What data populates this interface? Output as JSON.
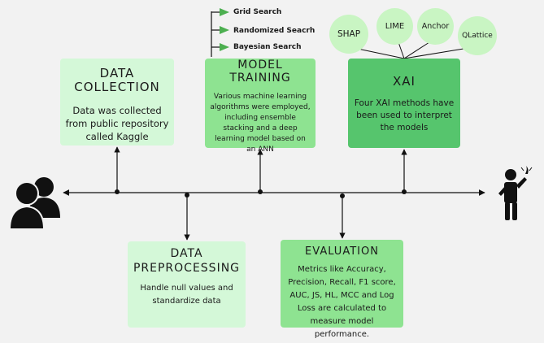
{
  "search_methods": [
    "Grid Search",
    "Randomized Seacrh",
    "Bayesian Search"
  ],
  "xai_methods": [
    "SHAP",
    "LIME",
    "Anchor",
    "QLattice"
  ],
  "boxes": {
    "data_collection": {
      "title": "DATA COLLECTION",
      "text": "Data was collected from public repository called Kaggle"
    },
    "model_training": {
      "title": "MODEL TRAINING",
      "text": "Various machine learning algorithms were employed, including ensemble stacking and a deep learning model based on an ANN"
    },
    "xai": {
      "title": "XAI",
      "text": "Four XAI methods have been used to interpret the models"
    },
    "data_preprocessing": {
      "title": "DATA PREPROCESSING",
      "text": "Handle null values and standardize data"
    },
    "evaluation": {
      "title": "EVALUATION",
      "text": "Metrics like Accuracy, Precision, Recall, F1 score, AUC, JS, HL, MCC and Log Loss are calculated to measure model performance."
    }
  },
  "icons": {
    "start": "users-icon",
    "end": "person-idea-icon"
  },
  "colors": {
    "light_green": "#d4f8d8",
    "mid_green": "#8ee391",
    "dark_green": "#56c56d",
    "arrow_green": "#4caf50"
  }
}
